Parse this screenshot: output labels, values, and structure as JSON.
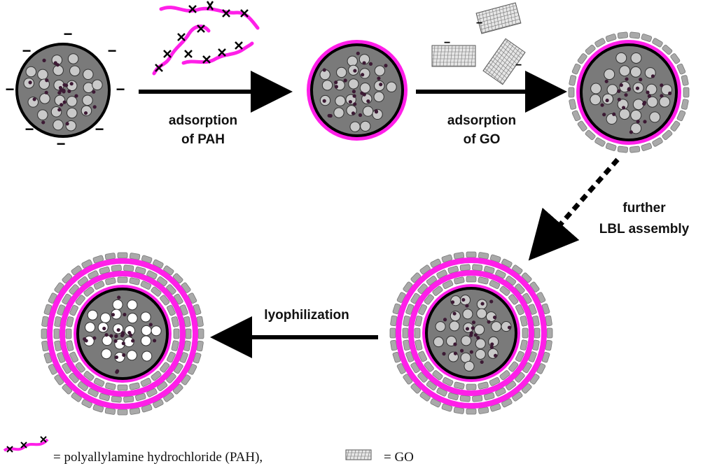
{
  "steps": {
    "step1_line1": "adsorption",
    "step1_line2": "of PAH",
    "step2_line1": "adsorption",
    "step2_line2": "of GO",
    "step3_line1": "further",
    "step3_line2": "LBL assembly",
    "step4": "lyophilization"
  },
  "legend": {
    "pah_text": "= polyallylamine hydrochloride (PAH),",
    "go_text": "= GO"
  },
  "colors": {
    "core": "#7a7a7a",
    "pore": "#c9c9c9",
    "pore_empty": "#ffffff",
    "dot": "#3c1a34",
    "pah": "#ff1fe8",
    "go": "#a9a9a9",
    "arrow": "#000000"
  },
  "icons": {
    "charge_minus": "minus-sign",
    "charge_plus": "plus-cross"
  }
}
